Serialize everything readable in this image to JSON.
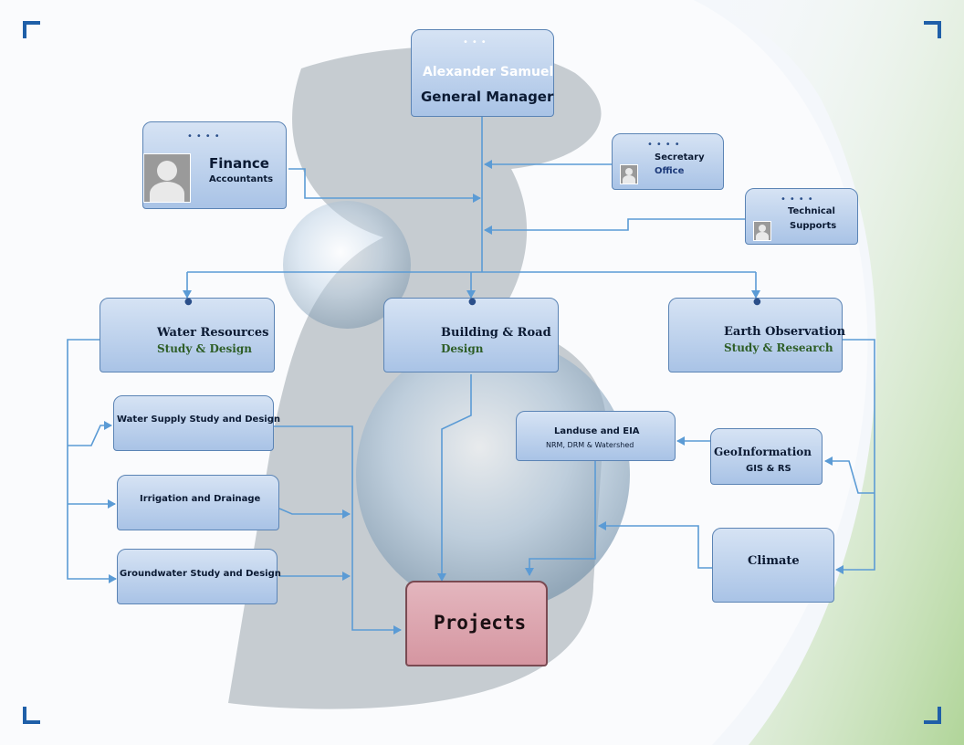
{
  "manager": {
    "name": "Alexander Samuel",
    "title": "General Manager"
  },
  "finance": {
    "title": "Finance",
    "subtitle": "Accountants"
  },
  "secretary": {
    "title": "Secretary",
    "subtitle": "Office"
  },
  "technical": {
    "line1": "Technical",
    "line2": "Supports"
  },
  "water_resources": {
    "title": "Water Resources",
    "subtitle": "Study & Design"
  },
  "building_road": {
    "title": "Building & Road",
    "subtitle": "Design"
  },
  "earth_observation": {
    "title": "Earth Observation",
    "subtitle": "Study & Research"
  },
  "water_supply": {
    "title": "Water Supply Study and Design"
  },
  "irrigation": {
    "title": "Irrigation and Drainage"
  },
  "groundwater": {
    "title": "Groundwater Study and Design"
  },
  "landuse": {
    "title": "Landuse and EIA",
    "subtitle": "NRM, DRM & Watershed"
  },
  "geoinformation": {
    "title": "GeoInformation",
    "subtitle": "GIS & RS"
  },
  "climate": {
    "title": "Climate"
  },
  "projects": {
    "title": "Projects"
  },
  "icons": {
    "dots": "•••",
    "dots4": "••••",
    "user": "user-avatar-icon"
  },
  "colors": {
    "node_fill": "#b8cdea",
    "node_border": "#5b84b5",
    "connector": "#5b9bd5",
    "projects_fill": "#d9a0aa",
    "green_text": "#2e5e27",
    "corner": "#1f5fa8"
  }
}
